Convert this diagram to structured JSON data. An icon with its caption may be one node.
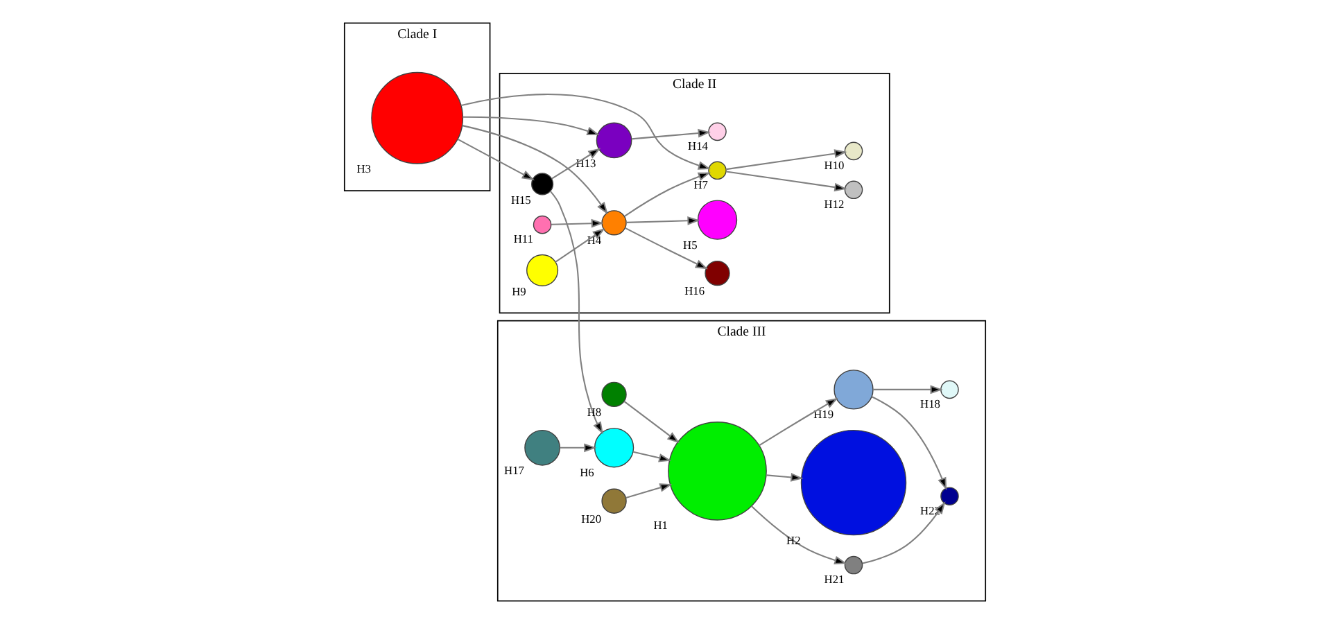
{
  "diagram": {
    "nodes": [
      {
        "text": [
          "Clade I"
        ]
      },
      {
        "text": [],
        "shape": "circle",
        "beside": [
          "H3"
        ],
        "in": 0
      },
      {
        "text": [
          "Clade II"
        ]
      },
      {
        "text": [],
        "shape": "circle",
        "beside": [
          "H14"
        ],
        "in": 2
      },
      {
        "text": [],
        "shape": "circle",
        "beside": [
          "H13"
        ],
        "in": 2
      },
      {
        "text": [],
        "shape": "circle",
        "beside": [
          "H15"
        ],
        "in": 2
      },
      {
        "text": [],
        "shape": "circle",
        "beside": [
          "H12"
        ],
        "in": 2
      },
      {
        "text": [],
        "shape": "circle",
        "beside": [
          "H7"
        ],
        "in": 2
      },
      {
        "text": [],
        "shape": "circle",
        "beside": [
          "H10"
        ],
        "in": 2
      },
      {
        "text": [],
        "shape": "circle",
        "beside": [
          "H4"
        ],
        "in": 2
      },
      {
        "text": [],
        "shape": "circle",
        "beside": [
          "H5"
        ],
        "in": 2
      },
      {
        "text": [],
        "shape": "circle",
        "beside": [
          "H16"
        ],
        "in": 2
      },
      {
        "text": [],
        "shape": "circle",
        "beside": [
          "H11"
        ],
        "in": 2
      },
      {
        "text": [],
        "shape": "circle",
        "beside": [
          "H9"
        ],
        "in": 2
      },
      {
        "text": [
          "Clade III"
        ]
      },
      {
        "text": [],
        "shape": "circle",
        "beside": [
          "H18"
        ],
        "in": 14
      },
      {
        "text": [],
        "shape": "circle",
        "beside": [
          "H19"
        ],
        "in": 14
      },
      {
        "text": [],
        "shape": "circle",
        "beside": [
          "H22"
        ],
        "in": 14
      },
      {
        "text": [],
        "shape": "circle",
        "beside": [
          "H21"
        ],
        "in": 14
      },
      {
        "text": [],
        "shape": "circle",
        "beside": [
          "H6"
        ],
        "in": 14
      },
      {
        "text": [],
        "shape": "circle",
        "beside": [
          "H1"
        ],
        "in": 14
      },
      {
        "text": [],
        "shape": "circle",
        "beside": [
          "H2"
        ],
        "in": 14
      },
      {
        "text": [],
        "shape": "circle",
        "beside": [
          "H8"
        ],
        "in": 14
      },
      {
        "text": [],
        "shape": "circle",
        "beside": [
          "H17"
        ],
        "in": 14
      },
      {
        "text": [],
        "shape": "circle",
        "beside": [
          "H20"
        ],
        "in": 14
      }
    ],
    "edges": [
      {
        "from": 1,
        "to": 4,
        "arrow": "to"
      },
      {
        "from": 1,
        "to": 7,
        "arrow": "to"
      },
      {
        "from": 1,
        "to": 9,
        "arrow": "to"
      },
      {
        "from": 1,
        "to": 5,
        "arrow": "to"
      },
      {
        "from": 4,
        "to": 3,
        "arrow": "to"
      },
      {
        "from": 5,
        "to": 4,
        "arrow": "to"
      },
      {
        "from": 7,
        "to": 6,
        "arrow": "to"
      },
      {
        "from": 7,
        "to": 8,
        "arrow": "to"
      },
      {
        "from": 9,
        "to": 7,
        "arrow": "to"
      },
      {
        "from": 9,
        "to": 10,
        "arrow": "to"
      },
      {
        "from": 9,
        "to": 11,
        "arrow": "to"
      },
      {
        "from": 12,
        "to": 9,
        "arrow": "to"
      },
      {
        "from": 13,
        "to": 9,
        "arrow": "to"
      },
      {
        "from": 5,
        "to": 19,
        "arrow": "to"
      },
      {
        "from": 23,
        "to": 19,
        "arrow": "to"
      },
      {
        "from": 19,
        "to": 20,
        "arrow": "to"
      },
      {
        "from": 22,
        "to": 20,
        "arrow": "to"
      },
      {
        "from": 20,
        "to": 21,
        "arrow": "to"
      },
      {
        "from": 20,
        "to": 16,
        "arrow": "to"
      },
      {
        "from": 20,
        "to": 18,
        "arrow": "to"
      },
      {
        "from": 24,
        "to": 20,
        "arrow": "to"
      },
      {
        "from": 16,
        "to": 15,
        "arrow": "to"
      },
      {
        "from": 16,
        "to": 17,
        "arrow": "to"
      },
      {
        "from": 18,
        "to": 17,
        "arrow": "to"
      }
    ]
  }
}
